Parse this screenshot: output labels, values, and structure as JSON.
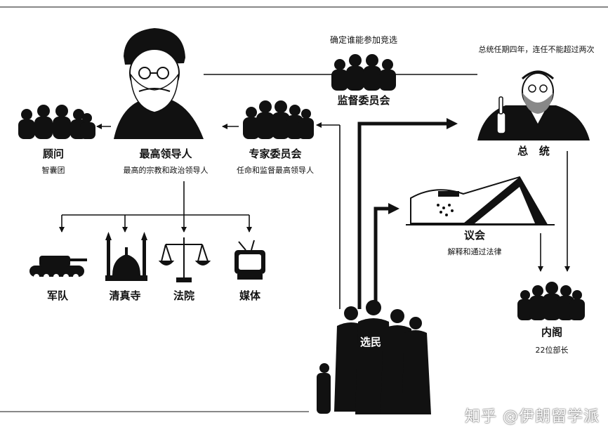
{
  "labels": {
    "advisors": "顾问",
    "think_tank": "智囊团",
    "supreme_leader": "最高领导人",
    "supreme_leader_desc": "最高的宗教和政治领导人",
    "assembly_experts": "专家委员会",
    "assembly_experts_desc": "任命和监督最高领导人",
    "guardian_council_desc": "确定谁能参加竞选",
    "guardian_council": "监督委员会",
    "president_term": "总统任期四年，连任不能超过两次",
    "president": "总   统",
    "parliament": "议会",
    "parliament_desc": "解释和通过法律",
    "cabinet": "内阁",
    "cabinet_desc": "22位部长",
    "army": "军队",
    "mosque": "清真寺",
    "court": "法院",
    "media": "媒体",
    "voters": "选民"
  },
  "watermark": "知乎 @伊朗留学派",
  "colors": {
    "ink": "#111111",
    "paper": "#ffffff"
  }
}
